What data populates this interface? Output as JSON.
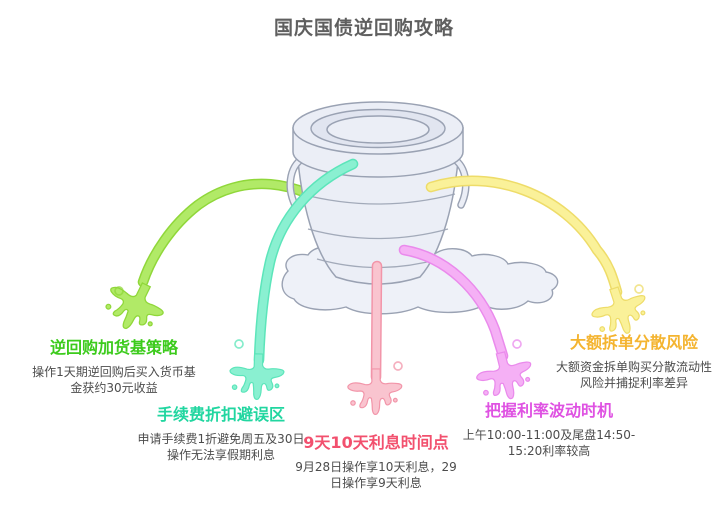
{
  "title": "国庆国债逆回购攻略",
  "sections": [
    {
      "id": "reverse-repo-fund",
      "accent": "green",
      "title": "逆回购加货基策略",
      "body": "操作1天期逆回购后买入货币基金获约30元收益"
    },
    {
      "id": "fee-discount",
      "accent": "teal",
      "title": "手续费折扣避误区",
      "body": "申请手续费1折避免周五及30日操作无法享假期利息"
    },
    {
      "id": "interest-timing",
      "accent": "pink",
      "title": "9天10天利息时间点",
      "body": "9月28日操作享10天利息，29日操作享9天利息"
    },
    {
      "id": "rate-window",
      "accent": "magenta",
      "title": "把握利率波动时机",
      "body": "上午10:00-11:00及尾盘14:50-15:20利率较高"
    },
    {
      "id": "split-orders",
      "accent": "yellow",
      "title": "大额拆单分散风险",
      "body": "大额资金拆单购买分散流动性风险并捕捉利率差异"
    }
  ],
  "colors": {
    "page_bg": "#ffffff",
    "main_title": "#5f5f5f",
    "body_text": "#4c4c4c",
    "bucket_fill": "#ebeef6",
    "bucket_inner": "#e1e5f0",
    "bucket_stroke": "#9aa2b3",
    "puddle_fill": "#eef1f8",
    "green_title": "#3ccb1c",
    "green_fill": "#b1ea67",
    "green_edge": "#90d73a",
    "teal_title": "#21d6a0",
    "teal_fill": "#8af0d1",
    "teal_edge": "#5ce5ba",
    "pink_title": "#f2506e",
    "pink_fill": "#f9c4cf",
    "pink_edge": "#f295a9",
    "magenta_title": "#df52e2",
    "magenta_fill": "#f5b0f5",
    "magenta_edge": "#ea8aec",
    "yellow_title": "#f4b430",
    "yellow_fill": "#faf199",
    "yellow_edge": "#eedc69"
  }
}
